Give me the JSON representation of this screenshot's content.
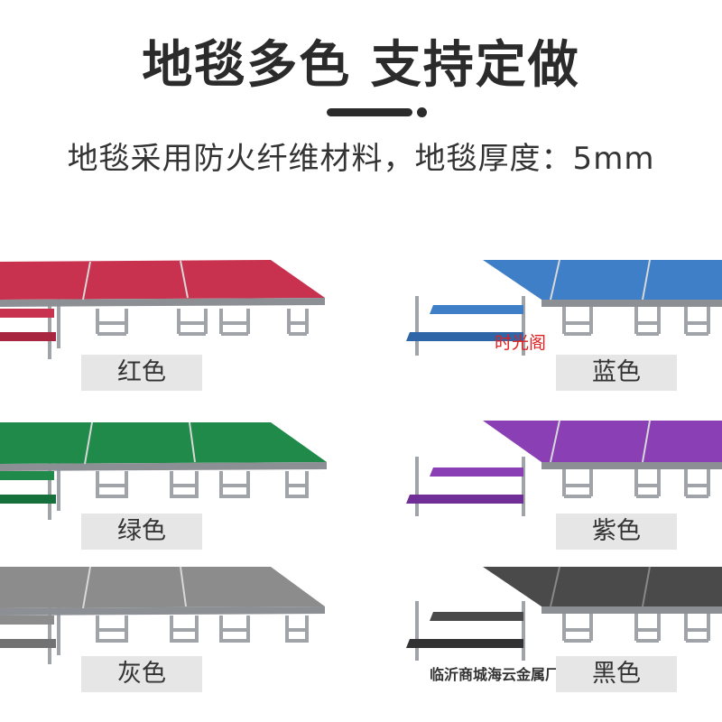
{
  "header": {
    "title": "地毯多色  支持定做",
    "subtitle": "地毯采用防火纤维材料，地毯厚度：5mm"
  },
  "colors": {
    "red": {
      "label": "红色",
      "carpet": "#c8324e",
      "carpet_dark": "#a8263f"
    },
    "blue": {
      "label": "蓝色",
      "carpet": "#3f7fc8",
      "carpet_dark": "#2f66a8"
    },
    "green": {
      "label": "绿色",
      "carpet": "#1f8a4a",
      "carpet_dark": "#16703b"
    },
    "purple": {
      "label": "紫色",
      "carpet": "#8a3fb5",
      "carpet_dark": "#6f2f96"
    },
    "gray": {
      "label": "灰色",
      "carpet": "#8c8c8c",
      "carpet_dark": "#727272"
    },
    "black": {
      "label": "黑色",
      "carpet": "#4a4a4a",
      "carpet_dark": "#333333"
    }
  },
  "watermark": "时光阁",
  "company": "临沂商城海云金属厂"
}
